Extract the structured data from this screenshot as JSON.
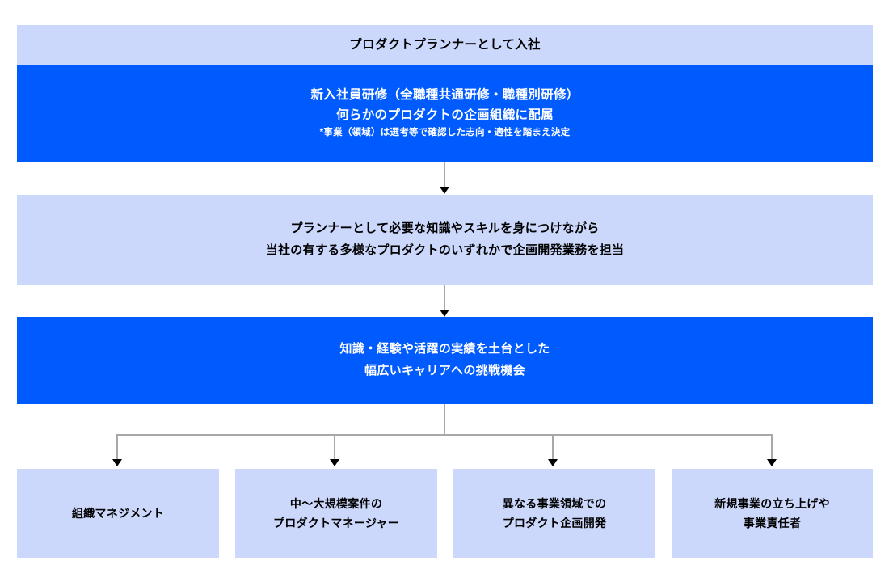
{
  "diagram": {
    "title_flow": "Product Planner career path",
    "colors": {
      "light_box": "#cbd8fb",
      "strong_box": "#005bff",
      "connector": "#a8a8a8",
      "arrowhead": "#000000",
      "text_dark": "#000000",
      "text_light": "#ffffff",
      "background": "#ffffff"
    },
    "nodes": {
      "entry": {
        "lines": [
          "プロダクトプランナーとして入社"
        ]
      },
      "training": {
        "lines": [
          "新入社員研修（全職種共通研修・職種別研修）",
          "何らかのプロダクトの企画組織に配属"
        ],
        "note": "*事業（領域）は選考等で確認した志向・適性を踏まえ決定"
      },
      "assignment": {
        "lines": [
          "プランナーとして必要な知識やスキルを身につけながら",
          "当社の有する多様なプロダクトのいずれかで企画開発業務を担当"
        ]
      },
      "career": {
        "lines": [
          "知識・経験や活躍の実績を土台とした",
          "幅広いキャリアへの挑戦機会"
        ]
      }
    },
    "branches": [
      {
        "lines": [
          "組織マネジメント"
        ]
      },
      {
        "lines": [
          "中〜大規模案件の",
          "プロダクトマネージャー"
        ]
      },
      {
        "lines": [
          "異なる事業領域での",
          "プロダクト企画開発"
        ]
      },
      {
        "lines": [
          "新規事業の立ち上げや",
          "事業責任者"
        ]
      }
    ]
  }
}
